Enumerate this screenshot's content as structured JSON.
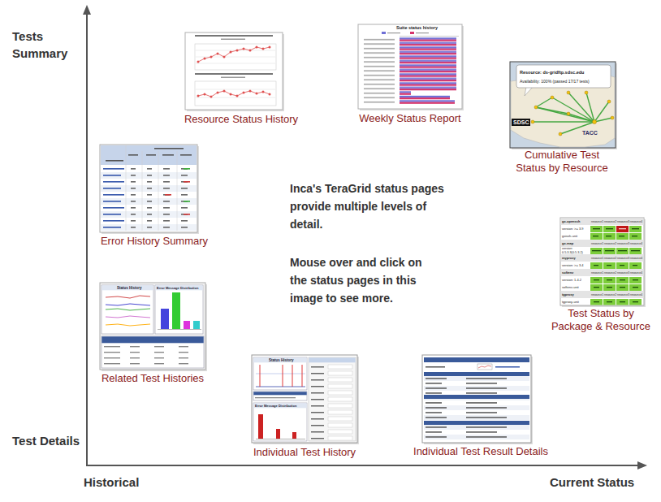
{
  "diagram": {
    "nodes": [
      {
        "text": [
          "Resource Status History"
        ]
      },
      {
        "text": [
          "Weekly Status Report"
        ]
      },
      {
        "text": [
          "Cumulative Test Status by Resource"
        ]
      },
      {
        "text": [
          "Error History Summary"
        ]
      },
      {
        "text": [
          "Test Status by Package & Resource"
        ]
      },
      {
        "text": [
          "Related Test Histories"
        ]
      },
      {
        "text": [
          "Individual Test History"
        ]
      },
      {
        "text": [
          "Individual Test Result Details"
        ]
      }
    ],
    "labels": [
      "Tests Summary",
      "Test Details",
      "Historical",
      "Current Status",
      "Inca's TeraGrid status pages provide multiple levels of detail.",
      "Mouse over and click on the status pages in this image to see more.",
      "Suite status history",
      "Resource: ds-gridftp.sdsc.edu",
      "Availability: 100% (passed 17/17 tests)",
      "SDSC",
      "TACC",
      "gx-openssh",
      "resource1",
      "resource2",
      "resource3",
      "resource4",
      "version: >= 3.9",
      "gsissh-unit",
      "gx-map",
      "resource1",
      "resource2",
      "resource3",
      "resource4",
      "version: 0.5.3.3(0.5.3.2)",
      "myproxy",
      "resource1",
      "resource2",
      "resource3",
      "resource4",
      "version: >= 3.4",
      "softenv",
      "resource1",
      "resource2",
      "resource3",
      "resource4",
      "version: 1.4.2",
      "softenv-unit",
      "tgproxy",
      "resource1",
      "resource2",
      "resource3",
      "resource4",
      "tgproxy-unit",
      "Status History",
      "Error Message Distribution",
      "Status History",
      "Error Message Distribution"
    ]
  }
}
